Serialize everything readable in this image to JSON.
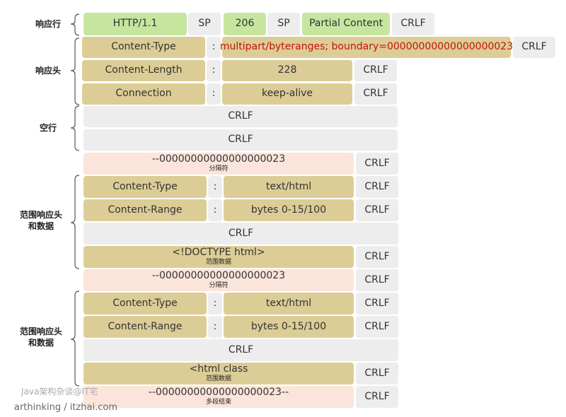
{
  "sections": {
    "status_line": "响应行",
    "headers": "响应头",
    "blank_line": "空行",
    "part1": "范围响应头\n和数据",
    "part2": "范围响应头\n和数据"
  },
  "status_line": {
    "version": "HTTP/1.1",
    "sp1": "SP",
    "code": "206",
    "sp2": "SP",
    "reason": "Partial Content",
    "crlf": "CRLF"
  },
  "headers": [
    {
      "name": "Content-Type",
      "sep": ":",
      "value": "multipart/byteranges; boundary=00000000000000000023",
      "crlf": "CRLF"
    },
    {
      "name": "Content-Length",
      "sep": ":",
      "value": "228",
      "crlf": "CRLF"
    },
    {
      "name": "Connection",
      "sep": ":",
      "value": "keep-alive",
      "crlf": "CRLF"
    }
  ],
  "blank_lines": [
    "CRLF",
    "CRLF"
  ],
  "boundary1": {
    "text": "--00000000000000000023",
    "caption": "分隔符",
    "crlf": "CRLF"
  },
  "part1": {
    "headers": [
      {
        "name": "Content-Type",
        "sep": ":",
        "value": "text/html",
        "crlf": "CRLF"
      },
      {
        "name": "Content-Range",
        "sep": ":",
        "value": "bytes 0-15/100",
        "crlf": "CRLF"
      }
    ],
    "blank": "CRLF",
    "data": {
      "text": "<!DOCTYPE html>",
      "caption": "范围数据",
      "crlf": "CRLF"
    }
  },
  "boundary2": {
    "text": "--00000000000000000023",
    "caption": "分隔符",
    "crlf": "CRLF"
  },
  "part2": {
    "headers": [
      {
        "name": "Content-Type",
        "sep": ":",
        "value": "text/html",
        "crlf": "CRLF"
      },
      {
        "name": "Content-Range",
        "sep": ":",
        "value": "bytes 0-15/100",
        "crlf": "CRLF"
      }
    ],
    "blank": "CRLF",
    "data": {
      "text": "<html class",
      "caption": "范围数据",
      "crlf": "CRLF"
    }
  },
  "end_boundary": {
    "text": "--00000000000000000023--",
    "caption": "多段结束",
    "crlf": "CRLF"
  },
  "watermark": {
    "line1": "Java架构杂谈@IT宅",
    "line2": "arthinking / itzhai.com"
  }
}
